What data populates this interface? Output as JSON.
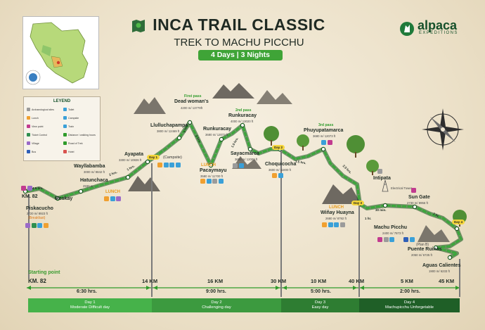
{
  "header": {
    "title": "INCA TRAIL CLASSIC",
    "subtitle": "TREK TO MACHU PICCHU",
    "duration": "4 Days | 3 Nights"
  },
  "brand": {
    "name": "alpaca",
    "tagline": "EXPEDITIONS",
    "color": "#15502a"
  },
  "legend": {
    "title": "LEYEND",
    "items": [
      {
        "label": "Archaeological sites",
        "color": "#9b9b9b"
      },
      {
        "label": "Toilet",
        "color": "#3aa0d8"
      },
      {
        "label": "Lunch",
        "color": "#f0a030"
      },
      {
        "label": "Campsite",
        "color": "#3aa0d8"
      },
      {
        "label": "View point",
        "color": "#c23b8f"
      },
      {
        "label": "Train",
        "color": "#3aa0d8"
      },
      {
        "label": "Ticket Control",
        "color": "#2f8f4f"
      },
      {
        "label": "Distance / walking hours",
        "color": "#2f9b2b"
      },
      {
        "label": "Village",
        "color": "#9a6ac8"
      },
      {
        "label": "Road of Trek",
        "color": "#2f9b2b"
      },
      {
        "label": "Bus",
        "color": "#2f5fb8"
      },
      {
        "label": "Hotel",
        "color": "#d9534f"
      }
    ]
  },
  "places": {
    "km82": {
      "name": "KM. 82"
    },
    "piskacucho": {
      "name": "Piskacucho",
      "alt": "2720 m/ 8923 ft",
      "note": "(Breakfast)"
    },
    "meskay": {
      "name": "Meskay"
    },
    "hatunchaca": {
      "name": "Hatunchaca",
      "alt": "2930 m"
    },
    "wayllabamba": {
      "name": "Wayllabamba",
      "alt": "3000 m/ 9842 ft"
    },
    "ayapata": {
      "name": "Ayapata",
      "alt": "3300 m/ 10826 ft"
    },
    "llulluchapampa": {
      "name": "Llulluchapampa",
      "alt": "3800 m/ 12469 ft",
      "note": "(Campsite)"
    },
    "dead_womans": {
      "pass": "First pass",
      "name": "Dead woman's",
      "alt": "4200 m/ 13779ft"
    },
    "pacaymayu": {
      "label": "LUNCH",
      "name": "Pacaymayu",
      "alt": "3580 m/ 11700 ft"
    },
    "runkuracay": {
      "name": "Runkuracay",
      "alt": "3680 m/ 12073 ft"
    },
    "runkuracay_pass": {
      "pass": "2nd pass",
      "name": "Runkuracay",
      "alt": "4000 m/ 13020 ft"
    },
    "sayacmarca": {
      "name": "Sayacmarca",
      "alt": "3650 m/ 12000 ft"
    },
    "choquicocha": {
      "name": "Choquicocha",
      "alt": "3600 m/ 11800 ft"
    },
    "phuyupatamarca": {
      "pass": "3rd pass",
      "name": "Phuyupatamarca",
      "alt": "3680 m/ 12073 ft"
    },
    "winay_huayna": {
      "label": "LUNCH",
      "name": "Wiñay Huayna",
      "alt": "2680 m/ 8792 ft"
    },
    "intipata": {
      "name": "Intipata"
    },
    "electrical_tower": {
      "name": "Electrical Tower"
    },
    "sun_gate": {
      "name": "Sun Gate",
      "alt": "2730 m/ 8956 ft"
    },
    "machu_picchu": {
      "name": "Machu Picchu",
      "alt": "2400 m/ 7873 ft"
    },
    "puente_ruinas": {
      "note": "(Plan B)",
      "name": "Puente Ruinas",
      "alt": "2050 m/ 6725 ft"
    },
    "aguas_calientes": {
      "name": "Aguas Calientes",
      "alt": "1900 m/ 6233 ft"
    }
  },
  "lunch_label": "LUNCH",
  "day_badges": [
    "Day 1",
    "Day 2",
    "Day 3",
    "Day 4"
  ],
  "walk_times": [
    "4.5 hrs.",
    "2 hrs.",
    "1 hrs.",
    "2 hrs.",
    "2 hrs.",
    "1.5 hrs.",
    "1.5 hrs.",
    "2.5 hrs.",
    "30 min.",
    "1 hr.",
    "1 hr."
  ],
  "route_color": "#2f9b2b",
  "distance_bar": {
    "starting_point": "Starting point",
    "start_label": "KM. 82",
    "markers": [
      "14 KM",
      "30 KM",
      "40 KM",
      "45 KM"
    ],
    "inner_markers": [
      "16 KM",
      "10 KM",
      "5 KM"
    ],
    "segments": [
      "6:30 hrs.",
      "9:00 hrs.",
      "5:00 hrs.",
      "2:00 hrs."
    ]
  },
  "days": [
    {
      "title": "Day 1",
      "desc": "Moderate Difficult day",
      "color": "#46b24a"
    },
    {
      "title": "Day 2",
      "desc": "Challenging day",
      "color": "#3c9a3f"
    },
    {
      "title": "Day 3",
      "desc": "Easy day",
      "color": "#2e7d32"
    },
    {
      "title": "Day 4",
      "desc": "Machupicchu Unforgetable",
      "color": "#1f5f27"
    }
  ]
}
